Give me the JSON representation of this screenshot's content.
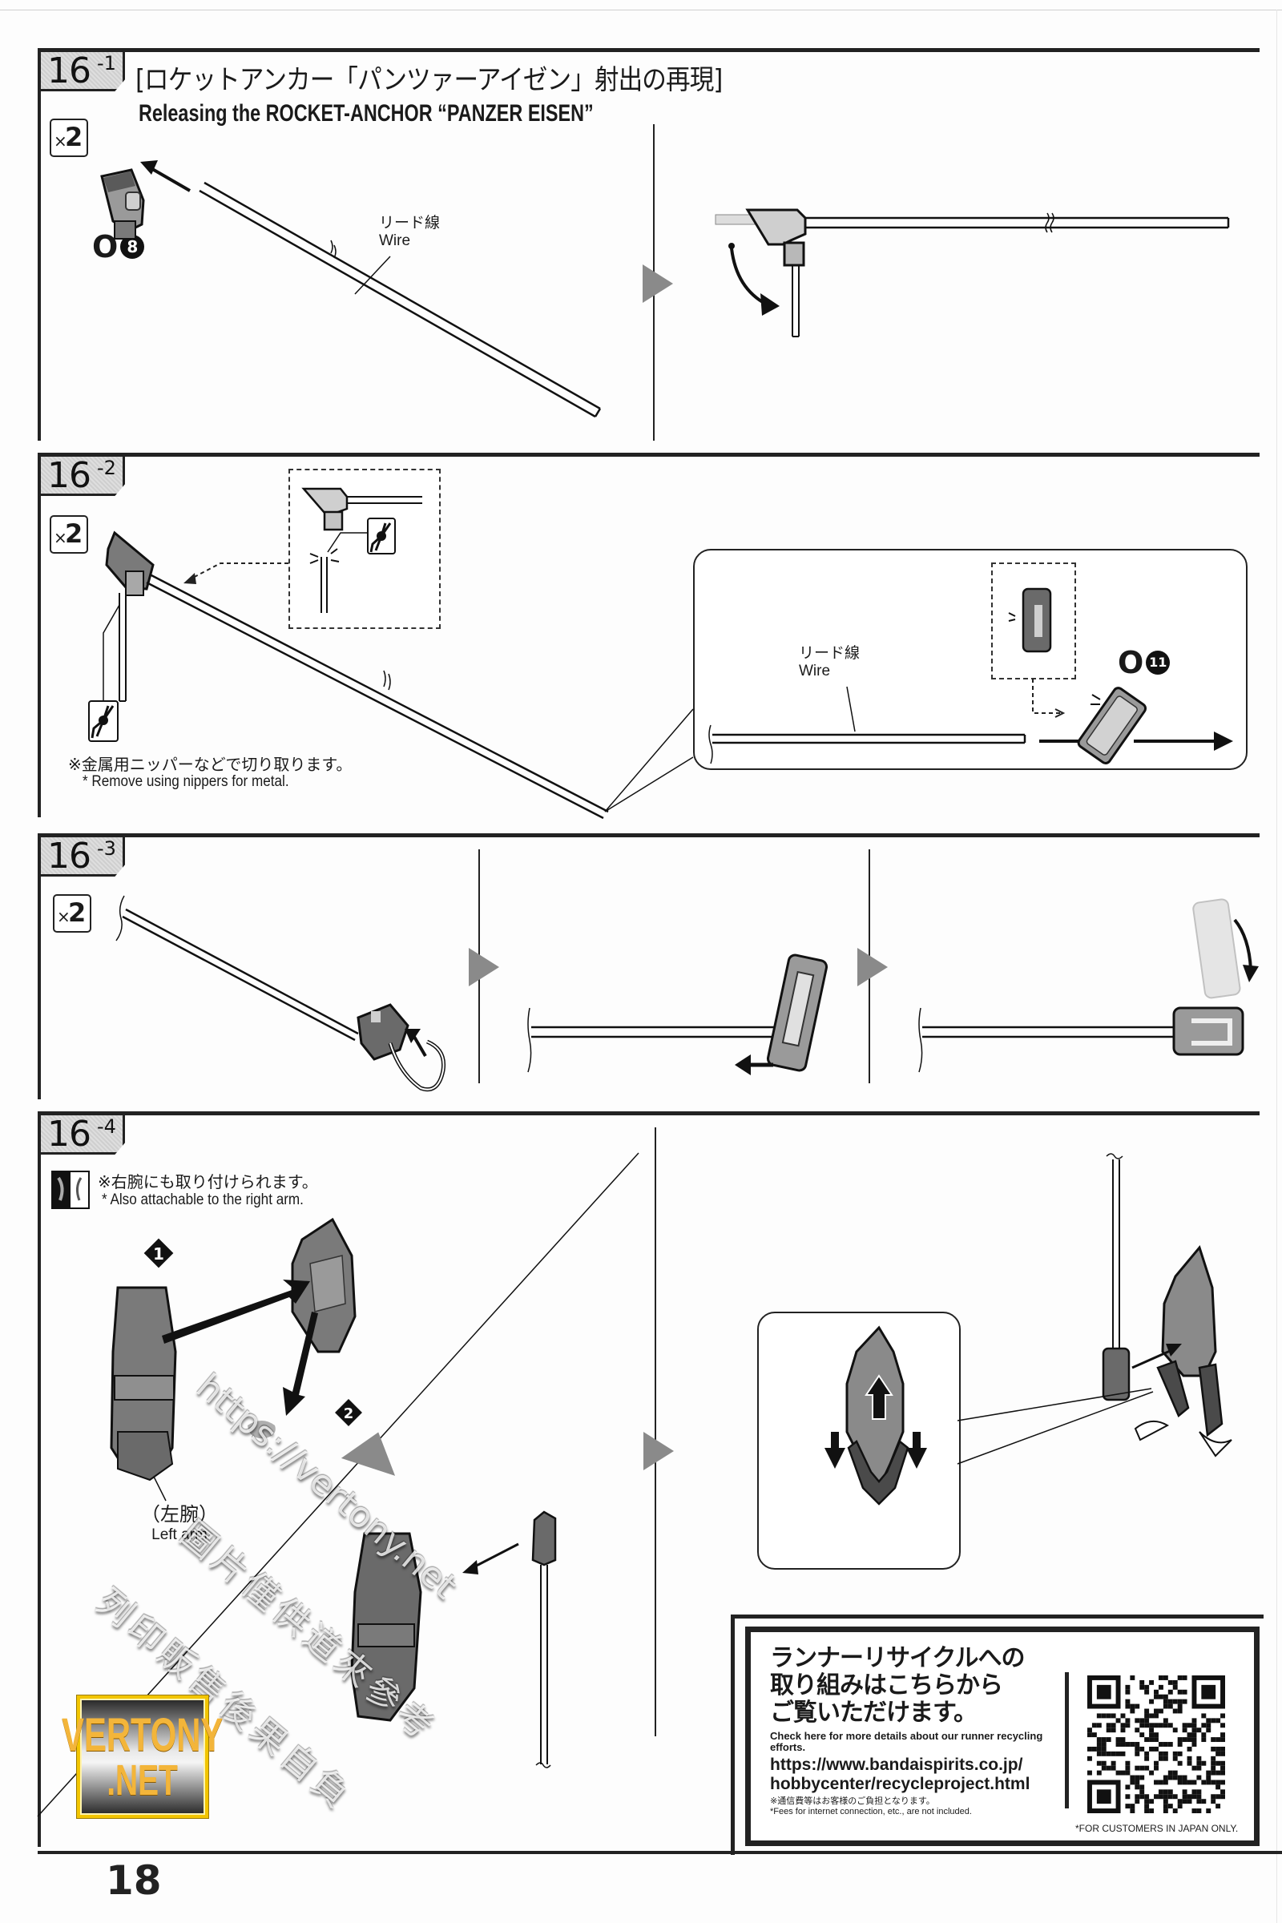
{
  "page": {
    "page_number": "18",
    "brand_colors": {
      "ink": "#222222",
      "badge_gray": "#d6d6d6",
      "arrow_gray": "#8a8a8a",
      "logo_gold": "#f2c500",
      "logo_text": "#f3b53a"
    }
  },
  "steps": [
    {
      "id": "16-1",
      "number": "16",
      "sub": "-1",
      "quantity": {
        "symbol": "×",
        "count": "2"
      },
      "title_jp": "[ロケットアンカー「パンツァーアイゼン」射出の再現]",
      "title_en": "Releasing the ROCKET-ANCHOR “PANZER EISEN”",
      "part_code": {
        "letter": "O",
        "number": "8"
      },
      "wire_label_jp": "リード線",
      "wire_label_en": "Wire"
    },
    {
      "id": "16-2",
      "number": "16",
      "sub": "-2",
      "quantity": {
        "symbol": "×",
        "count": "2"
      },
      "note_jp": "※金属用ニッパーなどで切り取ります。",
      "note_en": "* Remove using nippers for metal.",
      "wire_label_jp": "リード線",
      "wire_label_en": "Wire",
      "part_code": {
        "letter": "O",
        "number": "11"
      },
      "icons": [
        "nipper-icon",
        "nipper-icon"
      ]
    },
    {
      "id": "16-3",
      "number": "16",
      "sub": "-3",
      "quantity": {
        "symbol": "×",
        "count": "2"
      }
    },
    {
      "id": "16-4",
      "number": "16",
      "sub": "-4",
      "note_jp": "※右腕にも取り付けられます。",
      "note_en": "* Also attachable to the right arm.",
      "arm_label_jp": "（左腕）",
      "arm_label_en": "Left arm",
      "order_markers": [
        "1",
        "2"
      ],
      "icons": [
        "left-right-swap-icon"
      ]
    }
  ],
  "recycle_box": {
    "heading_jp": [
      "ランナーリサイクルへの",
      "取り組みはこちらから",
      "ご覧いただけます。"
    ],
    "text_en": "Check here for more details about our runner recycling efforts.",
    "url_lines": [
      "https://www.bandaispirits.co.jp/",
      "hobbycenter/recycleproject.html"
    ],
    "fee_note_jp": "※通信費等はお客様のご負担となります。",
    "fee_note_en": "*Fees for internet connection, etc., are not included.",
    "japan_only": "*FOR CUSTOMERS IN JAPAN ONLY.",
    "qr_icon": "qr-code-icon"
  },
  "watermark": {
    "url": "https://vertony.net",
    "line1": "圖片僅供道來參考",
    "line2": "列印販售後果自負",
    "logo_line1": "VERTONY",
    "logo_line2": ".NET"
  }
}
